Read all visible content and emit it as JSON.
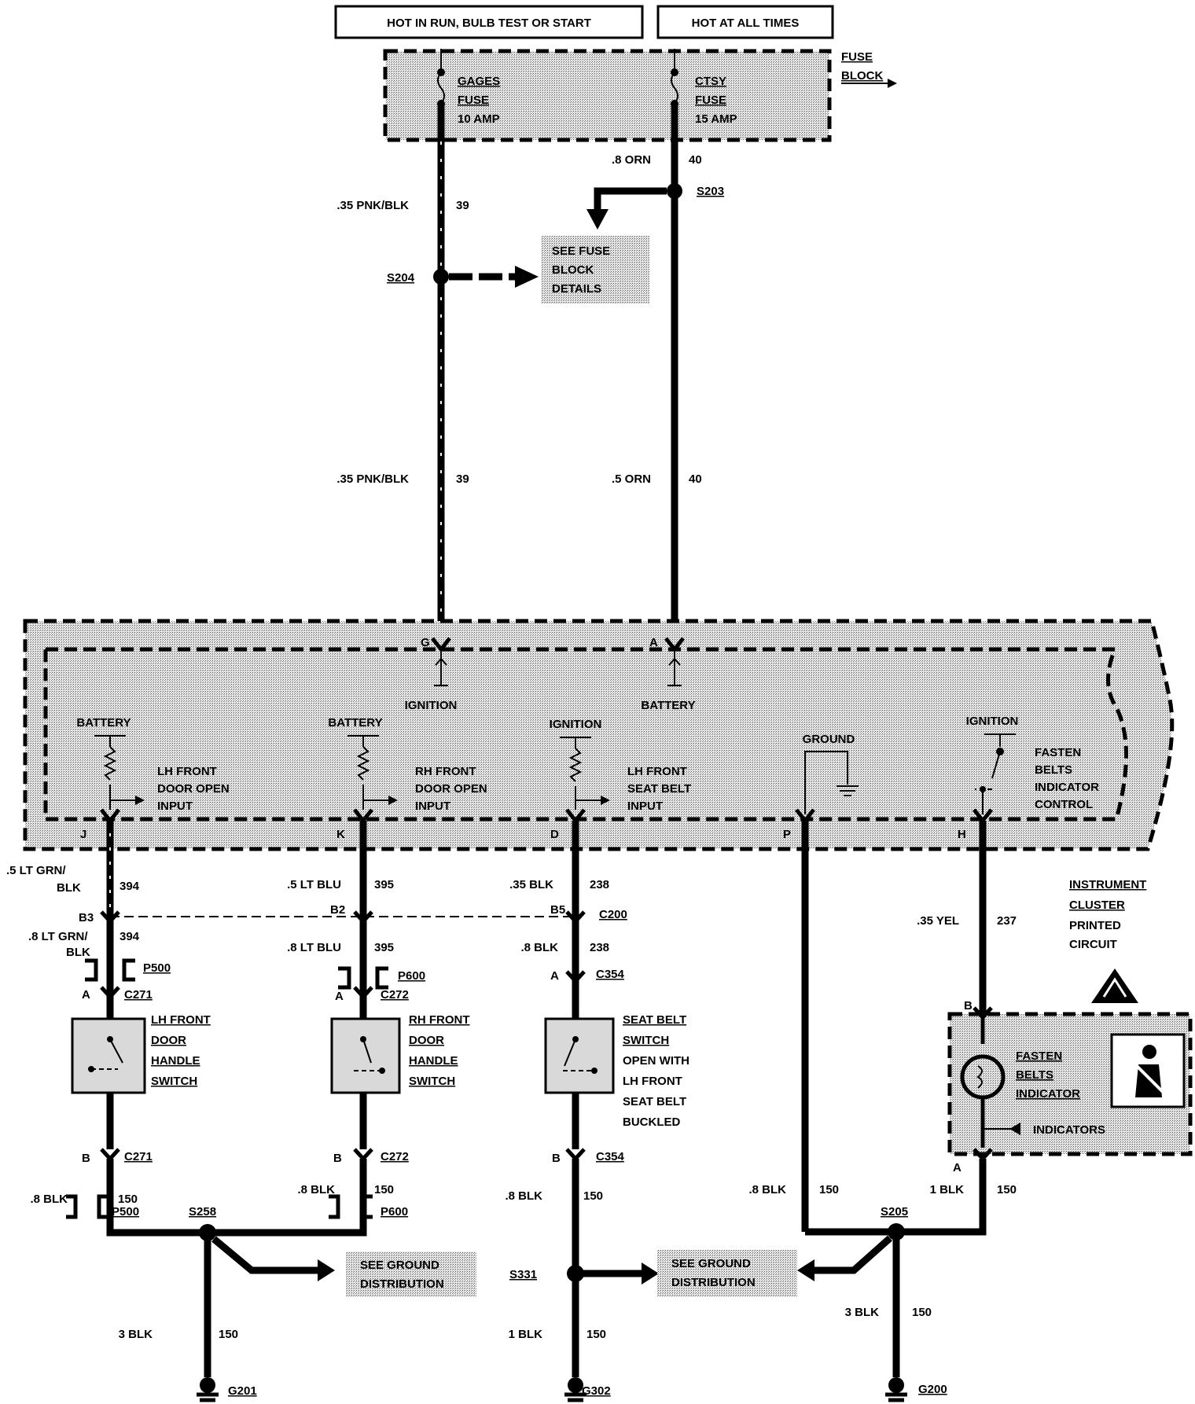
{
  "header": {
    "hot_run": "HOT IN RUN, BULB TEST OR START",
    "hot_all": "HOT AT ALL TIMES"
  },
  "fuse_block": {
    "label": [
      "FUSE",
      "BLOCK"
    ],
    "gages": [
      "GAGES",
      "FUSE",
      "10 AMP"
    ],
    "ctsy": [
      "CTSY",
      "FUSE",
      "15 AMP"
    ]
  },
  "wires": {
    "w39a": {
      "gauge": ".35 PNK/BLK",
      "num": "39"
    },
    "w39b": {
      "gauge": ".35 PNK/BLK",
      "num": "39"
    },
    "w40a": {
      "gauge": ".8 ORN",
      "num": "40"
    },
    "w40b": {
      "gauge": ".5 ORN",
      "num": "40"
    },
    "w394a": {
      "gauge1": ".5 LT GRN/",
      "gauge2": "BLK",
      "num": "394"
    },
    "w394b": {
      "gauge1": ".8 LT GRN/",
      "gauge2": "BLK",
      "num": "394"
    },
    "w395a": {
      "gauge": ".5 LT BLU",
      "num": "395"
    },
    "w395b": {
      "gauge": ".8 LT BLU",
      "num": "395"
    },
    "w238a": {
      "gauge": ".35 BLK",
      "num": "238"
    },
    "w238b": {
      "gauge": ".8 BLK",
      "num": "238"
    },
    "w237": {
      "gauge": ".35 YEL",
      "num": "237"
    },
    "g_lh": {
      "gauge": ".8 BLK",
      "num": "150"
    },
    "g_rh": {
      "gauge": ".8 BLK",
      "num": "150"
    },
    "g_seat": {
      "gauge": ".8 BLK",
      "num": "150"
    },
    "g_p": {
      "gauge": ".8 BLK",
      "num": "150"
    },
    "g_ic": {
      "gauge": "1 BLK",
      "num": "150"
    },
    "g201": {
      "gauge": "3 BLK",
      "num": "150"
    },
    "g302": {
      "gauge": "1 BLK",
      "num": "150"
    },
    "g200": {
      "gauge": "3 BLK",
      "num": "150"
    }
  },
  "splices": {
    "s203": "S203",
    "s204": "S204",
    "s258": "S258",
    "s331": "S331",
    "s205": "S205"
  },
  "see_boxes": {
    "fuse_details": [
      "SEE FUSE",
      "BLOCK",
      "DETAILS"
    ],
    "ground_1": [
      "SEE GROUND",
      "DISTRIBUTION"
    ],
    "ground_2": [
      "SEE GROUND",
      "DISTRIBUTION"
    ]
  },
  "module": {
    "pins": {
      "g": "G",
      "a": "A",
      "j": "J",
      "k": "K",
      "d": "D",
      "p": "P",
      "h": "H"
    },
    "ignition_top": "IGNITION",
    "battery_top": "BATTERY",
    "battery1": "BATTERY",
    "battery2": "BATTERY",
    "ignition1": "IGNITION",
    "ground": "GROUND",
    "ignition2": "IGNITION",
    "lh_door_input": [
      "LH FRONT",
      "DOOR OPEN",
      "INPUT"
    ],
    "rh_door_input": [
      "RH FRONT",
      "DOOR OPEN",
      "INPUT"
    ],
    "seat_input": [
      "LH FRONT",
      "SEAT BELT",
      "INPUT"
    ],
    "fasten_control": [
      "FASTEN",
      "BELTS",
      "INDICATOR",
      "CONTROL"
    ]
  },
  "connectors": {
    "b3": "B3",
    "b2": "B2",
    "b5": "B5",
    "c200": "C200",
    "p500a": "P500",
    "p600a": "P600",
    "c354a_pin": "A",
    "c354a": "C354",
    "c271a_pin": "A",
    "c271a": "C271",
    "c272a_pin": "A",
    "c272a": "C272",
    "c271b_pin": "B",
    "c271b": "C271",
    "c272b_pin": "B",
    "c272b": "C272",
    "c354b_pin": "B",
    "c354b": "C354",
    "p500b": "P500",
    "p600b": "P600",
    "ic_b": "B",
    "ic_a": "A"
  },
  "switches": {
    "lh": [
      "LH FRONT",
      "DOOR",
      "HANDLE",
      "SWITCH"
    ],
    "rh": [
      "RH FRONT",
      "DOOR",
      "HANDLE",
      "SWITCH"
    ],
    "seat": [
      "SEAT BELT",
      "SWITCH",
      "OPEN WITH",
      "LH FRONT",
      "SEAT BELT",
      "BUCKLED"
    ]
  },
  "instrument_cluster": {
    "label": [
      "INSTRUMENT",
      "CLUSTER",
      "PRINTED",
      "CIRCUIT"
    ],
    "fasten": [
      "FASTEN",
      "BELTS",
      "INDICATOR"
    ],
    "indicators": "INDICATORS"
  },
  "grounds": {
    "g201": "G201",
    "g302": "G302",
    "g200": "G200"
  }
}
